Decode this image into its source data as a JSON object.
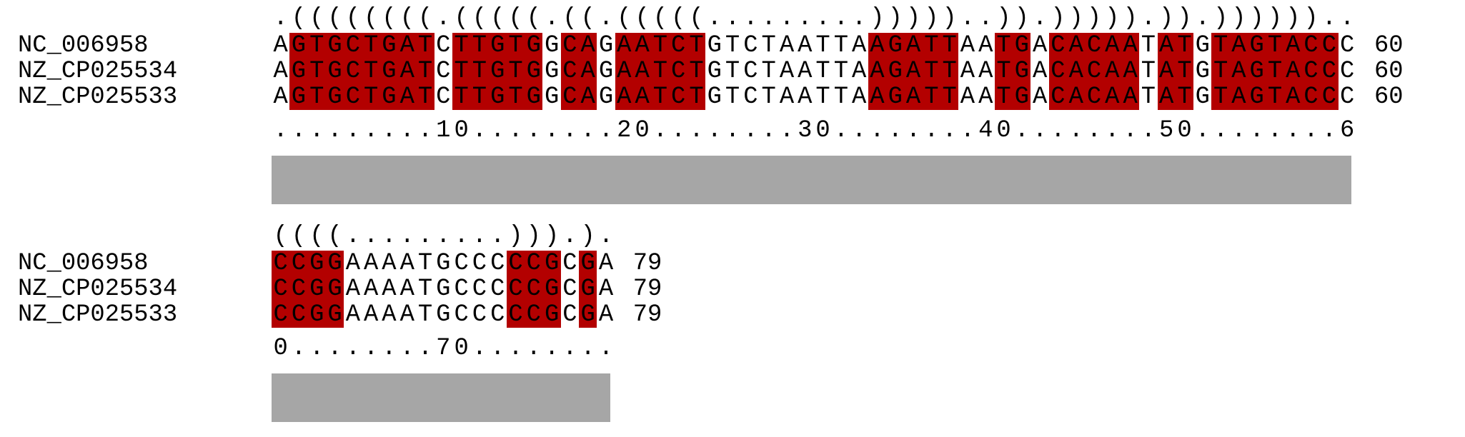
{
  "blocks": [
    {
      "structure": ".((((((((.(((((.((.(((((.........)))))..)).))))).)).))))))..",
      "sequences": [
        {
          "name": "NC_006958",
          "seq": "AGTGCTGATCTTGTGGCAGAATCTGTCTAATTAAGATTAATGACACAATATGTAGTACCC",
          "end": "60"
        },
        {
          "name": "NZ_CP025534",
          "seq": "AGTGCTGATCTTGTGGCAGAATCTGTCTAATTAAGATTAATGACACAATATGTAGTACCC",
          "end": "60"
        },
        {
          "name": "NZ_CP025533",
          "seq": "AGTGCTGATCTTGTGGCAGAATCTGTCTAATTAAGATTAATGACACAATATGTAGTACCC",
          "end": "60"
        }
      ],
      "highlight": "0111111110111110110111110000000001111100110111110110111111100",
      "ruler": ".........10........20........30........40........50........6"
    },
    {
      "structure": "((((.........))).).",
      "sequences": [
        {
          "name": "NC_006958",
          "seq": "CCGGAAAATGCCCCCGCGA",
          "end": "79"
        },
        {
          "name": "NZ_CP025534",
          "seq": "CCGGAAAATGCCCCCGCGA",
          "end": "79"
        },
        {
          "name": "NZ_CP025533",
          "seq": "CCGGAAAATGCCCCCGCGA",
          "end": "79"
        }
      ],
      "highlight": "1111000000000111010",
      "ruler": "0........70........"
    }
  ]
}
